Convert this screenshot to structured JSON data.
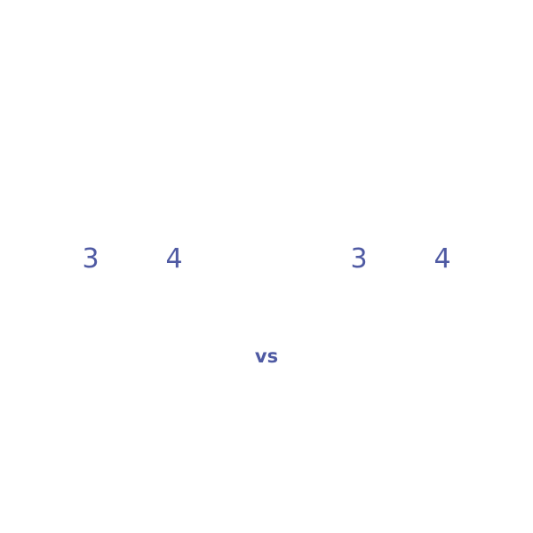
{
  "left_group": {
    "first": "3",
    "second": "4"
  },
  "right_group": {
    "first": "3",
    "second": "4"
  },
  "separator": "vs",
  "colors": {
    "text": "#4f5aa3",
    "background": "#ffffff"
  }
}
